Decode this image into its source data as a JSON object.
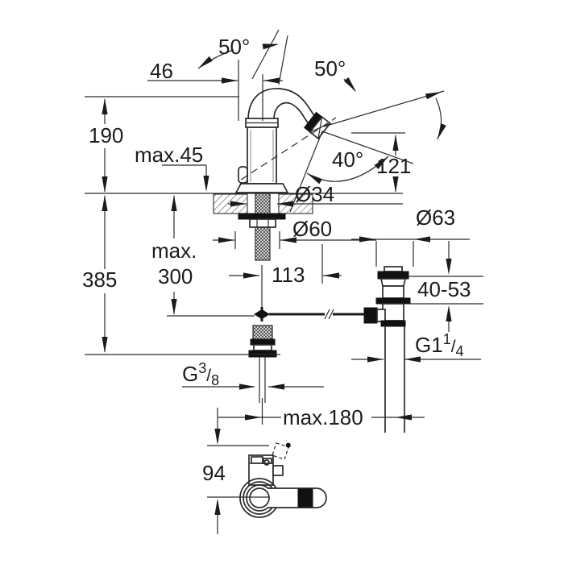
{
  "drawing": {
    "colors": {
      "line": "#2b2b2b",
      "text": "#1c1c1c",
      "dark_fill": "#111111",
      "background": "#ffffff"
    },
    "labels": {
      "angle_spout_left": "50°",
      "angle_spout_right": "50°",
      "dim_46": "46",
      "dim_190": "190",
      "dim_max45": "max.45",
      "angle_spray": "40°",
      "dim_121": "121",
      "dia_34": "Ø34",
      "dia_60": "Ø60",
      "dia_63": "Ø63",
      "dim_max300_line1": "max.",
      "dim_max300_line2": "300",
      "dim_113": "113",
      "dim_40_53": "40-53",
      "dim_385": "385",
      "thread_waste_main": "G1",
      "thread_waste_sup": "1",
      "thread_waste_slash": "/",
      "thread_waste_sub": "4",
      "thread_supply_main": "G",
      "thread_supply_sup": "3",
      "thread_supply_slash": "/",
      "thread_supply_sub": "8",
      "dim_max180": "max.180",
      "dim_94": "94"
    }
  }
}
